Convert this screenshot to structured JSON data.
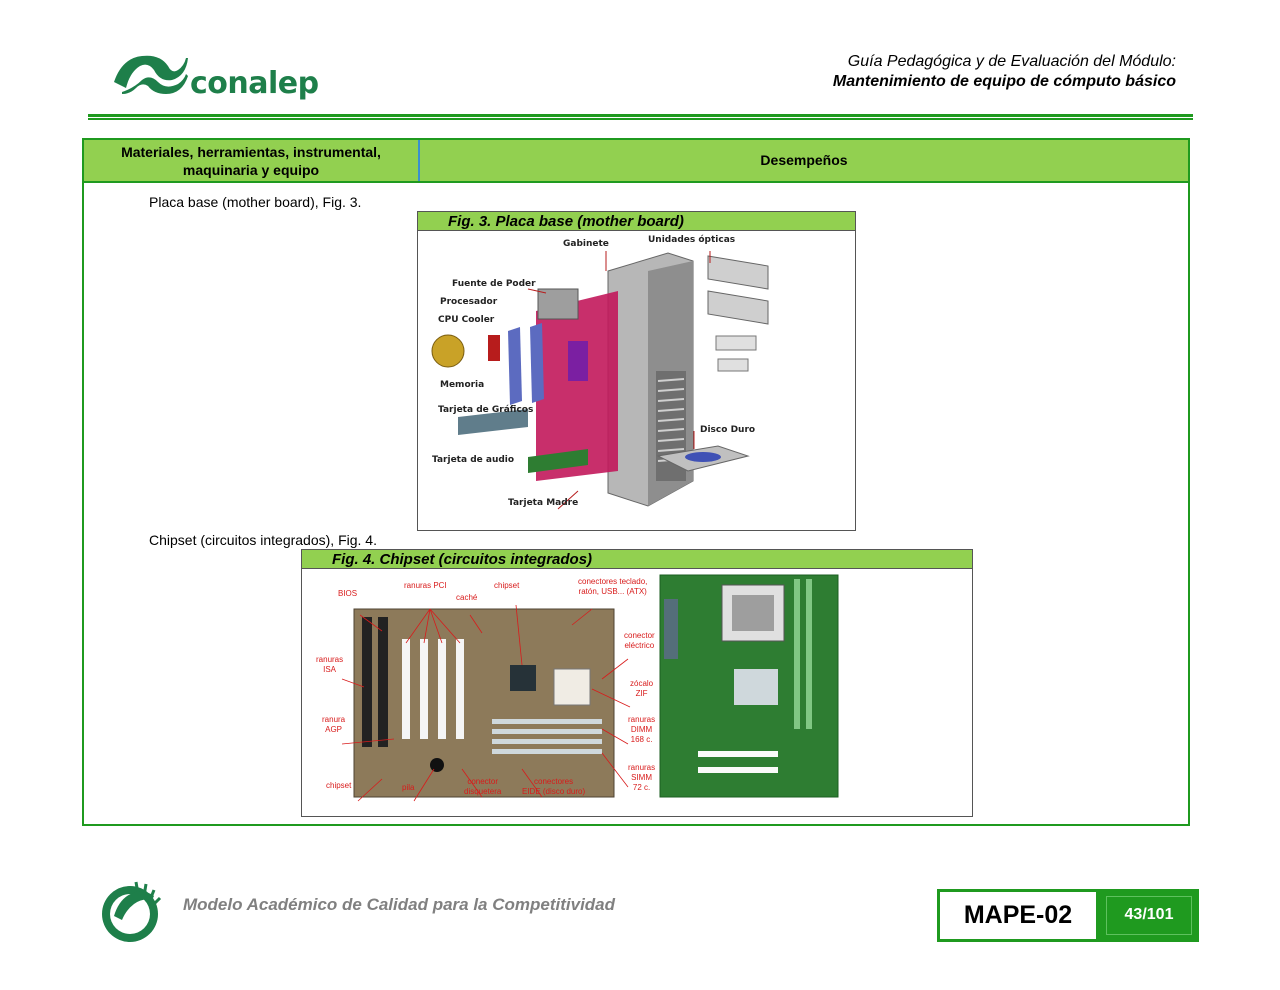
{
  "header": {
    "logo_text": "conalep",
    "line1": "Guía Pedagógica y de Evaluación del Módulo:",
    "line2": "Mantenimiento de equipo de cómputo básico"
  },
  "table": {
    "col1_header_line1": "Materiales, herramientas, instrumental,",
    "col1_header_line2": "maquinaria y equipo",
    "col2_header": "Desempeños",
    "items": [
      "Placa base (mother board), Fig. 3.",
      "Chipset (circuitos integrados), Fig. 4."
    ]
  },
  "fig3": {
    "caption": "Fig. 3. Placa base (mother board)",
    "labels": {
      "gabinete": "Gabinete",
      "unidades": "Unidades ópticas",
      "fuente": "Fuente de Poder",
      "procesador": "Procesador",
      "cooler": "CPU Cooler",
      "memoria": "Memoria",
      "graficos": "Tarjeta de Gráficos",
      "disco": "Disco Duro",
      "audio": "Tarjeta de audio",
      "madre": "Tarjeta Madre"
    }
  },
  "fig4": {
    "caption": "Fig. 4. Chipset (circuitos integrados)",
    "labels": {
      "bios": "BIOS",
      "pci": "ranuras PCI",
      "cache": "caché",
      "chipset_top": "chipset",
      "conectores_teclado_1": "conectores teclado,",
      "conectores_teclado_2": "ratón, USB... (ATX)",
      "electrico_1": "conector",
      "electrico_2": "eléctrico",
      "isa_1": "ranuras",
      "isa_2": "ISA",
      "zif_1": "zócalo",
      "zif_2": "ZIF",
      "agp_1": "ranura",
      "agp_2": "AGP",
      "dimm_1": "ranuras",
      "dimm_2": "DIMM",
      "dimm_3": "168 c.",
      "simm_1": "ranuras",
      "simm_2": "SIMM",
      "simm_3": "72 c.",
      "chipset_bottom": "chipset",
      "pila": "pila",
      "disquetera_1": "conector",
      "disquetera_2": "disquetera",
      "eide_1": "conectores",
      "eide_2": "EIDE (disco duro)"
    }
  },
  "footer": {
    "tagline": "Modelo Académico de Calidad para la Competitividad",
    "code": "MAPE-02",
    "page": "43/101"
  },
  "colors": {
    "green": "#1f9a1f",
    "header_fill": "#92d050",
    "brand": "#1e7f4a"
  }
}
